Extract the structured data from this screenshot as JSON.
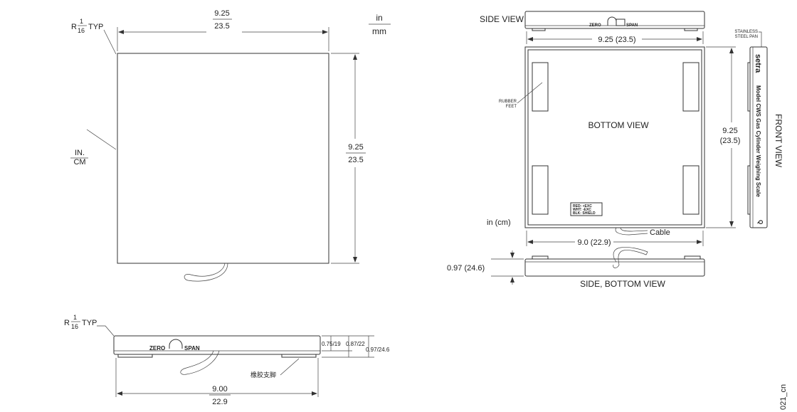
{
  "left_top": {
    "radius_label": "R",
    "radius_num": "1",
    "radius_den": "16",
    "radius_typ": "TYP",
    "width_in": "9.25",
    "width_mm": "23.5",
    "unit_in": "in",
    "unit_mm": "mm",
    "height_in": "9.25",
    "height_mm": "23.5",
    "legend_in": "IN.",
    "legend_cm": "CM"
  },
  "left_bottom": {
    "radius_label": "R",
    "radius_num": "1",
    "radius_den": "16",
    "radius_typ": "TYP",
    "zero": "ZERO",
    "span": "SPAN",
    "dim_a": "0.75/19",
    "dim_b": "0.87/22",
    "dim_c": "0.97/24.6",
    "feet_label": "橡胶支脚",
    "width_in": "9.00",
    "width_mm": "22.9"
  },
  "right": {
    "side_view": "SIDE VIEW",
    "zero": "ZERO",
    "span": "SPAN",
    "top_width": "9.25 (23.5)",
    "rubber_1": "RUBBER",
    "rubber_2": "FEET",
    "bottom_view": "BOTTOM VIEW",
    "height_in": "9.25",
    "height_cm": "(23.5)",
    "wire_1": "RED:   +EXC",
    "wire_2": "WHT:   -EXC",
    "wire_3": "BLK:   SHIELD",
    "units": "in (cm)",
    "cable": "Cable",
    "bottom_width": "9.0 (22.9)",
    "side_height": "0.97 (24.6)",
    "side_bottom_view": "SIDE, BOTTOM VIEW",
    "stainless_1": "STAINLESS",
    "stainless_2": "STEEL PAN",
    "brand": "setra",
    "model": "Model CWS Gas Cylinder Weighing Scale",
    "front_view": "FRONT VIEW",
    "figure_code": "021_cn"
  }
}
